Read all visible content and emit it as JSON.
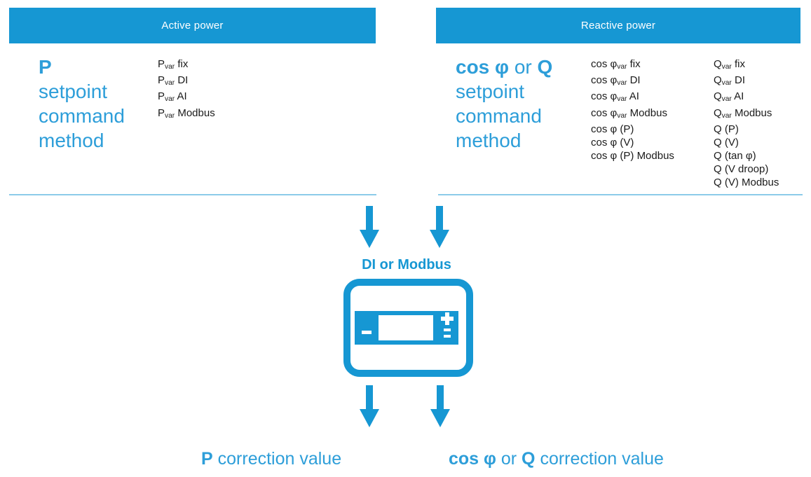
{
  "colors": {
    "accent": "#1697D3",
    "title_blue": "#2D9ED9",
    "text_dark": "#1A1A1A",
    "divider": "#8CCBE9",
    "bar_text": "#FFFFFF"
  },
  "icons": {
    "down_arrow": "down-arrow-icon",
    "controller": "controller-display-icon"
  },
  "headers": {
    "active": "Active power",
    "reactive": "Reactive power"
  },
  "active_section": {
    "title_lines": [
      [
        {
          "t": "P",
          "b": true
        }
      ],
      [
        {
          "t": "setpoint"
        }
      ],
      [
        {
          "t": "command"
        }
      ],
      [
        {
          "t": "method"
        }
      ]
    ],
    "methods": [
      [
        {
          "t": "P"
        },
        {
          "t": "var",
          "sub": true
        },
        {
          "t": " fix"
        }
      ],
      [
        {
          "t": "P"
        },
        {
          "t": "var",
          "sub": true
        },
        {
          "t": " DI"
        }
      ],
      [
        {
          "t": "P"
        },
        {
          "t": "var",
          "sub": true
        },
        {
          "t": " AI"
        }
      ],
      [
        {
          "t": "P"
        },
        {
          "t": "var",
          "sub": true
        },
        {
          "t": " Modbus"
        }
      ]
    ]
  },
  "reactive_section": {
    "title_lines": [
      [
        {
          "t": "cos φ",
          "b": true
        },
        {
          "t": " or "
        },
        {
          "t": "Q",
          "b": true
        }
      ],
      [
        {
          "t": "setpoint"
        }
      ],
      [
        {
          "t": "command"
        }
      ],
      [
        {
          "t": "method"
        }
      ]
    ],
    "cos_methods": [
      [
        {
          "t": "cos φ"
        },
        {
          "t": "var",
          "sub": true
        },
        {
          "t": " fix"
        }
      ],
      [
        {
          "t": "cos φ"
        },
        {
          "t": "var",
          "sub": true
        },
        {
          "t": " DI"
        }
      ],
      [
        {
          "t": "cos φ"
        },
        {
          "t": "var",
          "sub": true
        },
        {
          "t": " AI"
        }
      ],
      [
        {
          "t": "cos φ"
        },
        {
          "t": "var",
          "sub": true
        },
        {
          "t": " Modbus"
        }
      ],
      [
        {
          "t": "cos φ (P)"
        }
      ],
      [
        {
          "t": "cos φ (V)"
        }
      ],
      [
        {
          "t": "cos φ (P) Modbus"
        }
      ]
    ],
    "q_methods": [
      [
        {
          "t": "Q"
        },
        {
          "t": "var",
          "sub": true
        },
        {
          "t": " fix"
        }
      ],
      [
        {
          "t": "Q"
        },
        {
          "t": "var",
          "sub": true
        },
        {
          "t": " DI"
        }
      ],
      [
        {
          "t": "Q"
        },
        {
          "t": "var",
          "sub": true
        },
        {
          "t": " AI"
        }
      ],
      [
        {
          "t": "Q"
        },
        {
          "t": "var",
          "sub": true
        },
        {
          "t": " Modbus"
        }
      ],
      [
        {
          "t": "Q (P)"
        }
      ],
      [
        {
          "t": "Q (V)"
        }
      ],
      [
        {
          "t": "Q (tan φ)"
        }
      ],
      [
        {
          "t": "Q (V droop)"
        }
      ],
      [
        {
          "t": "Q (V) Modbus"
        }
      ]
    ]
  },
  "controller": {
    "label": "DI or Modbus"
  },
  "outputs": {
    "p_correction": [
      [
        {
          "t": "P",
          "b": true
        },
        {
          "t": " correction value"
        }
      ]
    ],
    "q_correction": [
      [
        {
          "t": "cos φ",
          "b": true
        },
        {
          "t": " or "
        },
        {
          "t": "Q",
          "b": true
        },
        {
          "t": " correction value"
        }
      ]
    ]
  }
}
